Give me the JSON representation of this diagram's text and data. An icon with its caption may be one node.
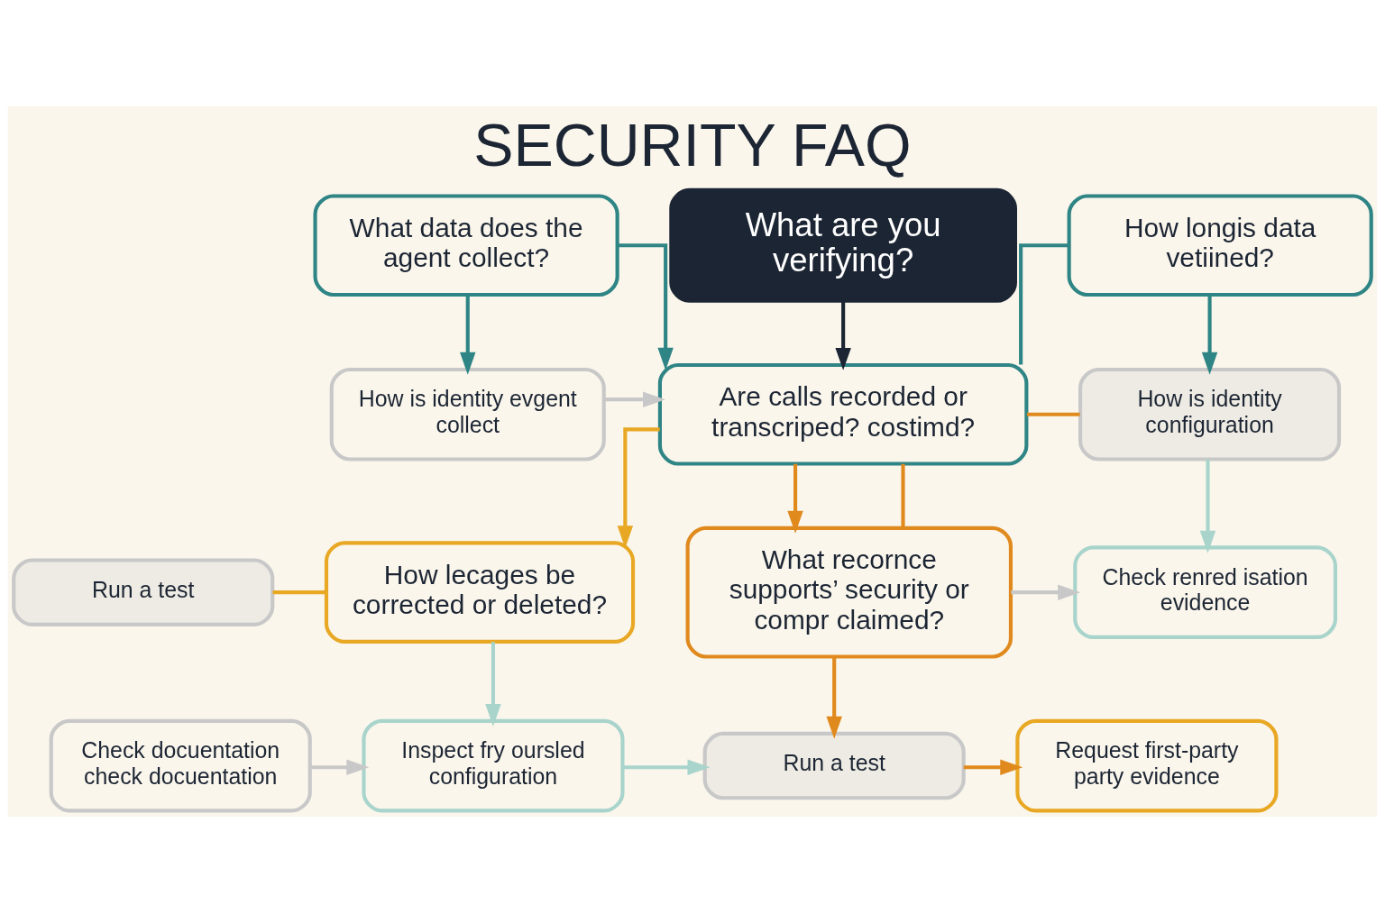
{
  "diagram": {
    "title": "SECURITY FAQ",
    "nodes": [
      {
        "text": [
          "What are you verifying?"
        ]
      },
      {
        "text": [
          "What data does the agent collect?"
        ]
      },
      {
        "text": [
          "How longis data vetiined?"
        ]
      },
      {
        "text": [
          "How is identity evgent collect"
        ]
      },
      {
        "text": [
          "Are calls recorded or transcriped? costimd?"
        ]
      },
      {
        "text": [
          "How is identity configuration"
        ]
      },
      {
        "text": [
          "Run a test"
        ]
      },
      {
        "text": [
          "How lecages be corrected or deleted?"
        ]
      },
      {
        "text": [
          "What recornce supports’ security or compr claimed?"
        ]
      },
      {
        "text": [
          "Check renred isation evidence"
        ]
      },
      {
        "text": [
          "Check docuentation check docuentation"
        ]
      },
      {
        "text": [
          "Inspect fry oursled configuration"
        ]
      },
      {
        "text": [
          "Run a test"
        ]
      },
      {
        "text": [
          "Request first-party party evidence"
        ]
      }
    ],
    "edges": [
      {
        "from": 0,
        "to": 4,
        "arrow": "to",
        "color": "#1c2533"
      },
      {
        "from": 1,
        "to": 3,
        "arrow": "to",
        "color": "#2f8585"
      },
      {
        "from": 1,
        "to": 4,
        "arrow": "to",
        "color": "#2f8585"
      },
      {
        "from": 3,
        "to": 4,
        "arrow": "to",
        "color": "#c8c8c8"
      },
      {
        "from": 2,
        "to": 4,
        "arrow": "none",
        "color": "#2f8585"
      },
      {
        "from": 2,
        "to": 5,
        "arrow": "to",
        "color": "#2f8585"
      },
      {
        "from": 4,
        "to": 5,
        "arrow": "none"
      },
      {
        "from": 4,
        "to": 8,
        "arrow": "to"
      },
      {
        "from": 4,
        "to": 7,
        "arrow": "to",
        "color": "#e8a824"
      },
      {
        "from": 4,
        "to": 8,
        "arrow": "none"
      },
      {
        "from": 6,
        "to": 7,
        "arrow": "none",
        "color": "#e8a824"
      },
      {
        "from": 5,
        "to": 9,
        "arrow": "to",
        "color": "#a8d4cc"
      },
      {
        "from": 8,
        "to": 9,
        "arrow": "to",
        "color": "#c8c8c8"
      },
      {
        "from": 7,
        "to": 11,
        "arrow": "to",
        "color": "#a8d4cc"
      },
      {
        "from": 8,
        "to": 12,
        "arrow": "to"
      },
      {
        "from": 10,
        "to": 11,
        "arrow": "to",
        "color": "#c8c8c8"
      },
      {
        "from": 11,
        "to": 12,
        "arrow": "to",
        "color": "#a8d4cc"
      },
      {
        "from": 12,
        "to": 13,
        "arrow": "to"
      }
    ]
  }
}
